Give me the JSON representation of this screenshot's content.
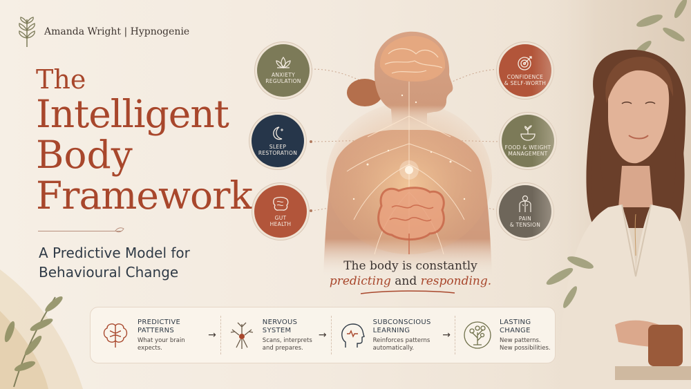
{
  "brand": {
    "name": "Amanda Wright | Hypnogenie"
  },
  "title": {
    "line1": "The",
    "line2": "Intelligent",
    "line3": "Body",
    "line4": "Framework"
  },
  "subtitle": {
    "line1": "A Predictive Model for",
    "line2": "Behavioural Change"
  },
  "tagline": {
    "line1": "The body is constantly",
    "em1": "predicting",
    "and": " and ",
    "em2": "responding."
  },
  "nodes": [
    {
      "label1": "ANXIETY",
      "label2": "REGULATION",
      "icon": "lotus-icon",
      "color": "#7c7a58"
    },
    {
      "label1": "SLEEP",
      "label2": "RESTORATION",
      "icon": "moon-icon",
      "color": "#26364a"
    },
    {
      "label1": "GUT",
      "label2": "HEALTH",
      "icon": "intestine-icon",
      "color": "#b2553a"
    },
    {
      "label1": "CONFIDENCE",
      "label2": "& SELF-WORTH",
      "icon": "target-icon",
      "color": "#b2553a"
    },
    {
      "label1": "FOOD & WEIGHT",
      "label2": "MANAGEMENT",
      "icon": "bowl-icon",
      "color": "#7c7a58"
    },
    {
      "label1": "PAIN",
      "label2": "& TENSION",
      "icon": "body-icon",
      "color": "#6e665a"
    }
  ],
  "steps": [
    {
      "title1": "PREDICTIVE",
      "title2": "PATTERNS",
      "desc1": "What your brain",
      "desc2": "expects.",
      "icon": "brain-icon"
    },
    {
      "title1": "NERVOUS",
      "title2": "SYSTEM",
      "desc1": "Scans, interprets",
      "desc2": "and prepares.",
      "icon": "neuron-icon"
    },
    {
      "title1": "SUBCONSCIOUS",
      "title2": "LEARNING",
      "desc1": "Reinforces patterns",
      "desc2": "automatically.",
      "icon": "head-heart-icon"
    },
    {
      "title1": "LASTING",
      "title2": "CHANGE",
      "desc1": "New patterns.",
      "desc2": "New possibilities.",
      "icon": "tree-icon"
    }
  ],
  "colors": {
    "accent": "#a8472c",
    "navy": "#2f3a46",
    "olive": "#7c7a58",
    "background": "#f6efe5"
  }
}
